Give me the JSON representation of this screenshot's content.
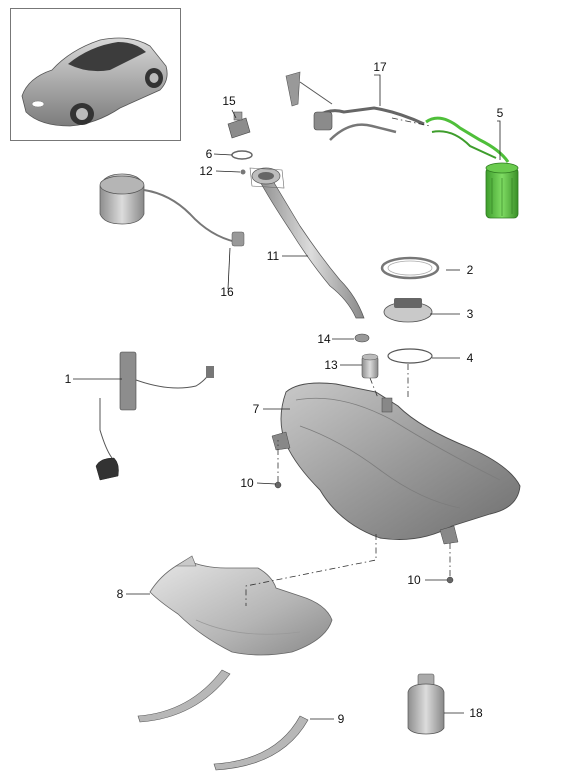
{
  "callouts": {
    "p1": "1",
    "p2": "2",
    "p3": "3",
    "p4": "4",
    "p5": "5",
    "p6": "6",
    "p7": "7",
    "p8": "8",
    "p9": "9",
    "p10a": "10",
    "p10b": "10",
    "p11": "11",
    "p12": "12",
    "p13": "13",
    "p14": "14",
    "p15": "15",
    "p16": "16",
    "p17": "17",
    "p18": "18"
  },
  "colors": {
    "highlight_part": "#4fbf3a",
    "part_gray": "#a9a9a9",
    "line": "#222222"
  }
}
